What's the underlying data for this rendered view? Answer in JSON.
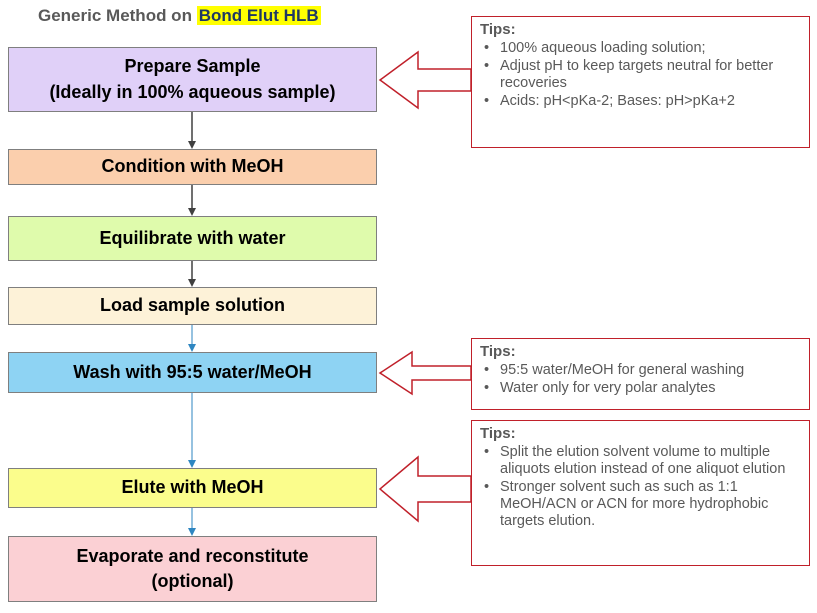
{
  "title": {
    "prefix": "Generic Method on ",
    "highlight": "Bond Elut HLB"
  },
  "steps": [
    {
      "line1": "Prepare Sample",
      "line2": "(Ideally in 100% aqueous sample)",
      "color": "#e0d0f8"
    },
    {
      "line1": "Condition with MeOH",
      "line2": "",
      "color": "#fbcfad"
    },
    {
      "line1": "Equilibrate with water",
      "line2": "",
      "color": "#dffbac"
    },
    {
      "line1": "Load sample solution",
      "line2": "",
      "color": "#fdf2d8"
    },
    {
      "line1": "Wash with 95:5 water/MeOH",
      "line2": "",
      "color": "#8ed3f3"
    },
    {
      "line1": "Elute with MeOH",
      "line2": "",
      "color": "#fbfd8c"
    },
    {
      "line1": "Evaporate and reconstitute",
      "line2": "(optional)",
      "color": "#fbd0d4"
    }
  ],
  "tips": [
    {
      "title": "Tips:",
      "items": [
        "100% aqueous loading solution;",
        "Adjust pH to keep targets neutral for better recoveries",
        "Acids: pH<pKa-2; Bases: pH>pKa+2"
      ]
    },
    {
      "title": "Tips:",
      "items": [
        "95:5 water/MeOH for general washing",
        "Water only for very polar analytes"
      ]
    },
    {
      "title": "Tips:",
      "items": [
        "Split the elution solvent volume to multiple aliquots elution instead of one aliquot elution",
        "Stronger solvent such as such as 1:1 MeOH/ACN or ACN for more hydrophobic targets elution."
      ]
    }
  ],
  "colors": {
    "tip_border": "#c0202a",
    "arrow_dark": "#404040",
    "arrow_blue": "#2e86c1"
  }
}
